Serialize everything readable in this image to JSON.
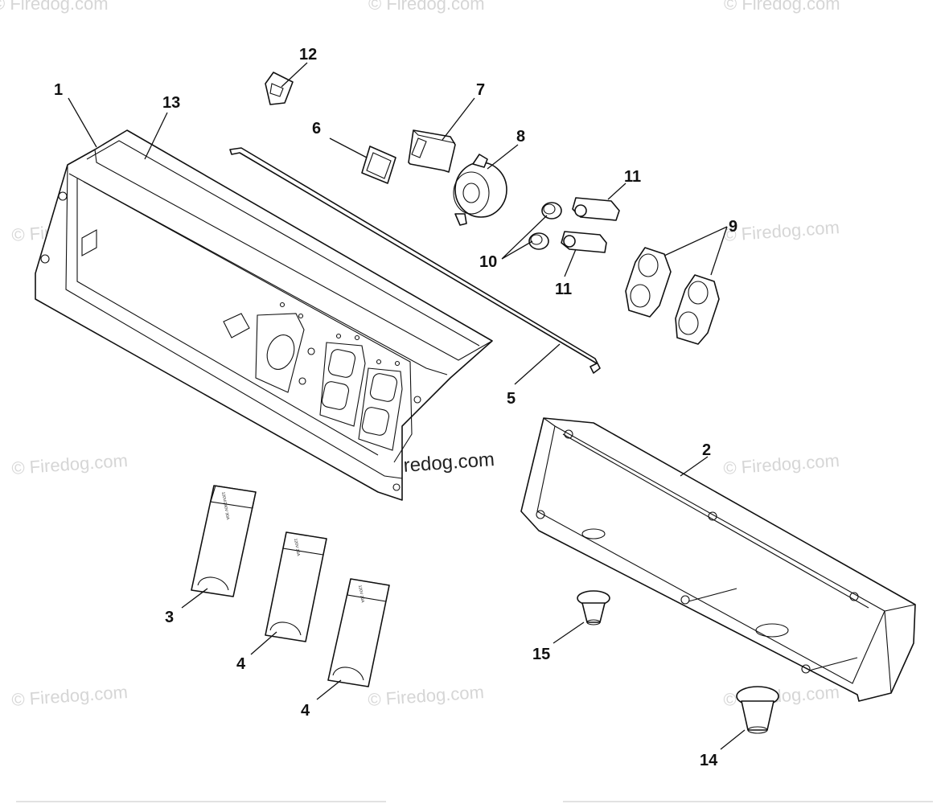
{
  "callouts": {
    "c1": "1",
    "c2": "2",
    "c3": "3",
    "c4a": "4",
    "c4b": "4",
    "c5": "5",
    "c6": "6",
    "c7": "7",
    "c8": "8",
    "c9": "9",
    "c10": "10",
    "c11a": "11",
    "c11b": "11",
    "c12": "12",
    "c13": "13",
    "c14": "14",
    "c15": "15"
  },
  "watermark": {
    "text": "© Firedog.com",
    "top_partial": "© Firedog.com",
    "center": "© Firedog.com"
  },
  "labels": {
    "cover3": "120V/240V 30A",
    "cover4a": "120V 20A",
    "cover4b": "120V 20A"
  }
}
